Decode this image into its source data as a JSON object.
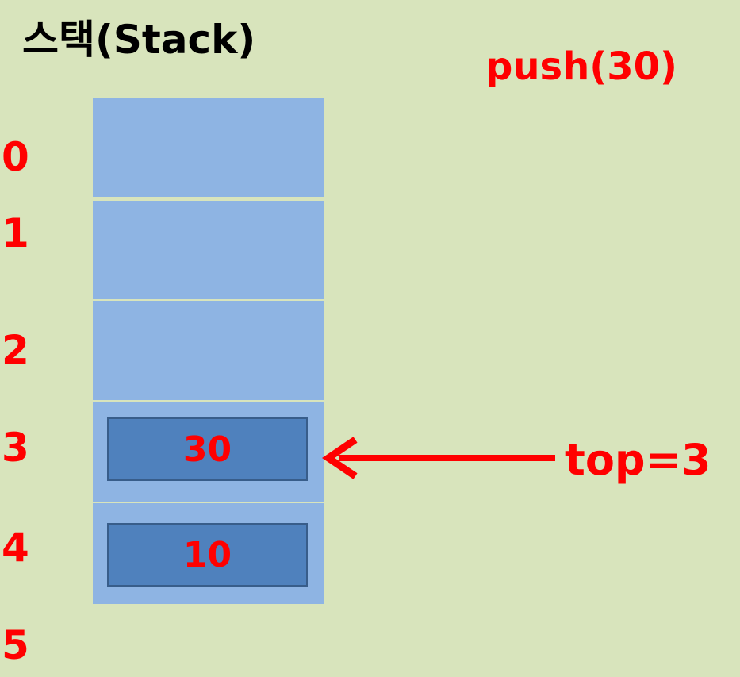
{
  "title": "스택(Stack)",
  "operation": "push(30)",
  "indices": [
    "0",
    "1",
    "2",
    "3",
    "4",
    "5"
  ],
  "stack_items": [
    {
      "index": 3,
      "value": "30"
    },
    {
      "index": 4,
      "value": "10"
    }
  ],
  "pointer": {
    "label": "top=3",
    "index": 3
  },
  "colors": {
    "background": "#d8e4bc",
    "cell_fill": "#8eb4e3",
    "item_fill": "#4f81bd",
    "accent": "#ff0000"
  }
}
